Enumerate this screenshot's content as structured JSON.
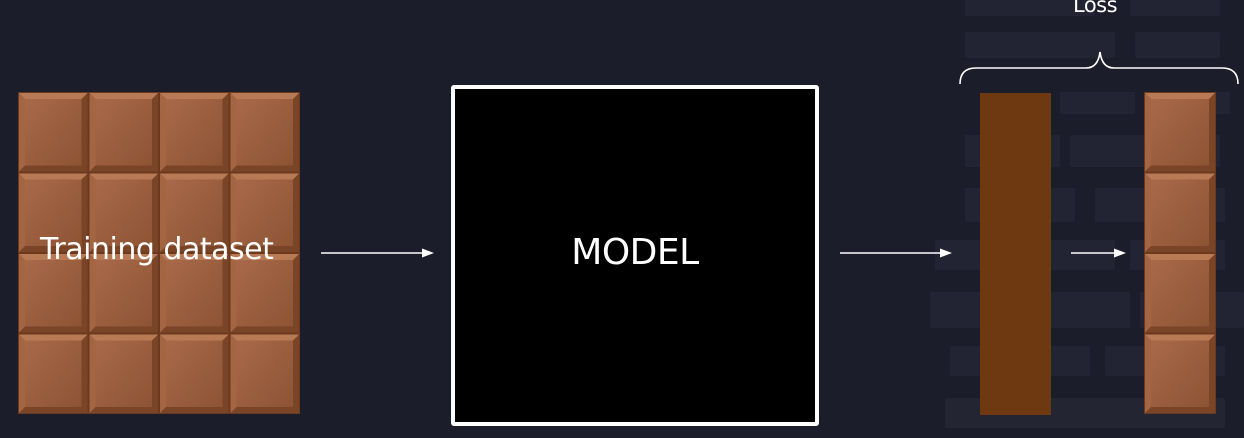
{
  "diagram": {
    "input_label": "Training dataset",
    "model_label": "MODEL",
    "loss_label": "Loss",
    "colors": {
      "background": "#1c1d2b",
      "chocolate": "#9a5d3a",
      "chocolate_dark": "#6b3a1e",
      "prediction_bar": "#6e3910",
      "model_fill": "#000000",
      "model_border": "#ffffff",
      "arrows": "#ffffff"
    }
  }
}
